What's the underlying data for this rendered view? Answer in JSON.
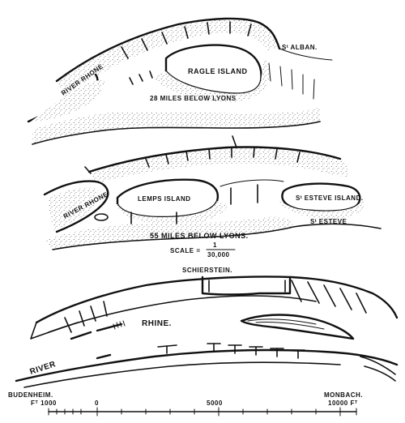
{
  "maps": [
    {
      "id": "rhone-28",
      "river_label": "RIVER RHONE",
      "island_label": "RAGLE ISLAND",
      "place_label": "Sᵗ ALBAN.",
      "caption": "28 MILES BELOW LYONS"
    },
    {
      "id": "rhone-55",
      "river_label": "RIVER RHONE",
      "island_label": "LEMPS ISLAND",
      "island_label_2": "Sᵗ ESTEVE ISLAND.",
      "place_label": "Sᵗ ESTEVE",
      "caption": "55 MILES BELOW LYONS.",
      "scale_text": "SCALE = ",
      "scale_value": "1",
      "scale_denominator": "30,000"
    },
    {
      "id": "rhine",
      "top_label": "SCHIERSTEIN.",
      "river_word_1": "RIVER",
      "river_word_2": "RHINE.",
      "left_place": "BUDENHEIM.",
      "right_place": "MONBACH.",
      "scale_left": "Fᵀ 1000",
      "scale_zero": "0",
      "scale_mid": "5000",
      "scale_right": "10000 Fᵀ"
    }
  ]
}
